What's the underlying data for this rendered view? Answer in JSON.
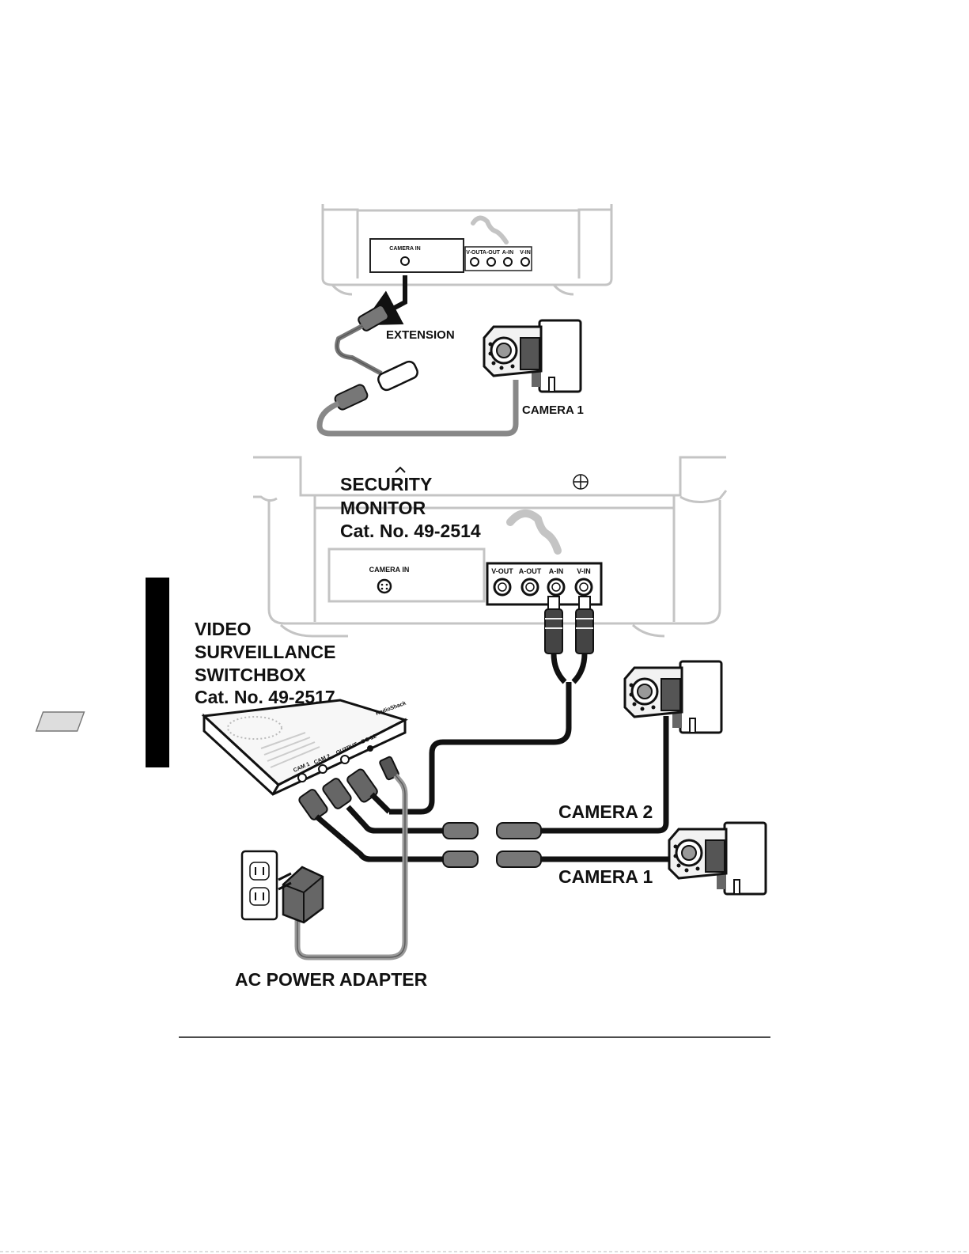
{
  "top_diagram": {
    "camera_in_label": "CAMERA IN",
    "jacks": [
      "V-OUT",
      "A-OUT",
      "A-IN",
      "V-IN"
    ],
    "extension_label": "EXTENSION",
    "camera_label": "CAMERA 1"
  },
  "bottom_diagram": {
    "monitor_label": [
      "SECURITY",
      "MONITOR",
      "Cat. No. 49-2514"
    ],
    "camera_in_label": "CAMERA IN",
    "jacks": [
      "V-OUT",
      "A-OUT",
      "A-IN",
      "V-IN"
    ],
    "switchbox_label": [
      "VIDEO",
      "SURVEILLANCE",
      "SWITCHBOX",
      "Cat. No. 49-2517"
    ],
    "switchbox_ports": [
      "CAM 1",
      "CAM 2",
      "OUTPUT",
      "DC 12"
    ],
    "switchbox_brand": "RadioShack",
    "camera2_label": "CAMERA 2",
    "camera1_label": "CAMERA 1",
    "adapter_label": "AC POWER ADAPTER"
  },
  "icons": [
    "monitor-icon",
    "camera-icon",
    "switchbox-icon",
    "wall-outlet-icon",
    "power-adapter-icon",
    "s-video-plug-icon",
    "rca-plug-icon"
  ]
}
